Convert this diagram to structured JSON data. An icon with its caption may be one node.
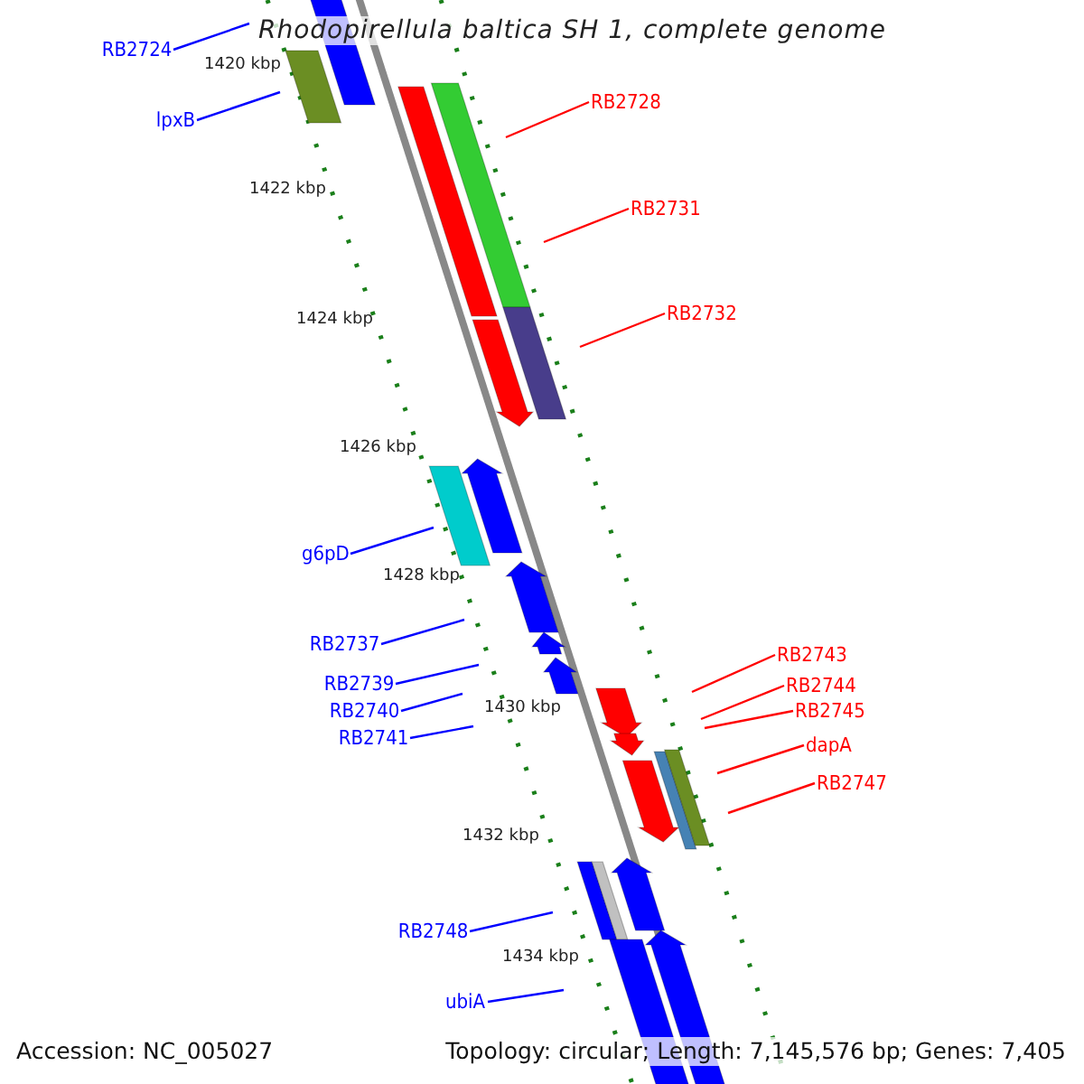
{
  "diagram": {
    "title": "Rhodopirellula baltica SH 1, complete genome",
    "nodes": [
      {
        "text": [
          "RB2724"
        ]
      },
      {
        "text": [
          "lpxB"
        ]
      },
      {
        "text": [
          "RB2728"
        ]
      },
      {
        "text": [
          "RB2731"
        ]
      },
      {
        "text": [
          "RB2732"
        ]
      },
      {
        "text": [
          "g6pD"
        ]
      },
      {
        "text": [
          "RB2737"
        ]
      },
      {
        "text": [
          "RB2739"
        ]
      },
      {
        "text": [
          "RB2740"
        ]
      },
      {
        "text": [
          "RB2741"
        ]
      },
      {
        "text": [
          "RB2743"
        ]
      },
      {
        "text": [
          "RB2744"
        ]
      },
      {
        "text": [
          "RB2745"
        ]
      },
      {
        "text": [
          "dapA"
        ]
      },
      {
        "text": [
          "RB2747"
        ]
      },
      {
        "text": [
          "RB2748"
        ]
      },
      {
        "text": [
          "ubiA"
        ]
      }
    ],
    "edges": [
      {
        "from": 0,
        "to": null,
        "arrow": "none"
      },
      {
        "from": 1,
        "to": null,
        "arrow": "none"
      },
      {
        "from": 2,
        "to": null,
        "arrow": "none",
        "color": "#ff0000"
      },
      {
        "from": 3,
        "to": null,
        "arrow": "none",
        "color": "#ff0000"
      },
      {
        "from": 4,
        "to": null,
        "arrow": "none",
        "color": "#ff0000"
      },
      {
        "from": 5,
        "to": null,
        "arrow": "none"
      },
      {
        "from": 6,
        "to": null,
        "arrow": "none"
      },
      {
        "from": 7,
        "to": null,
        "arrow": "none"
      },
      {
        "from": 8,
        "to": null,
        "arrow": "none"
      },
      {
        "from": 9,
        "to": null,
        "arrow": "none"
      },
      {
        "from": 10,
        "to": null,
        "arrow": "none",
        "color": "#ff0000"
      },
      {
        "from": 11,
        "to": null,
        "arrow": "none",
        "color": "#ff0000"
      },
      {
        "from": 12,
        "to": null,
        "arrow": "none",
        "color": "#ff0000"
      },
      {
        "from": 13,
        "to": null,
        "arrow": "none",
        "color": "#ff0000"
      },
      {
        "from": 14,
        "to": null,
        "arrow": "none",
        "color": "#ff0000"
      },
      {
        "from": 15,
        "to": null,
        "arrow": "none"
      },
      {
        "from": 16,
        "to": null,
        "arrow": "none"
      }
    ],
    "labels": [
      "1420 kbp",
      "1422 kbp",
      "1424 kbp",
      "1426 kbp",
      "1428 kbp",
      "1430 kbp",
      "1432 kbp",
      "1434 kbp",
      "Accession: NC_005027",
      "Topology: circular; Length: 7,145,576 bp; Genes: 7,405"
    ]
  }
}
